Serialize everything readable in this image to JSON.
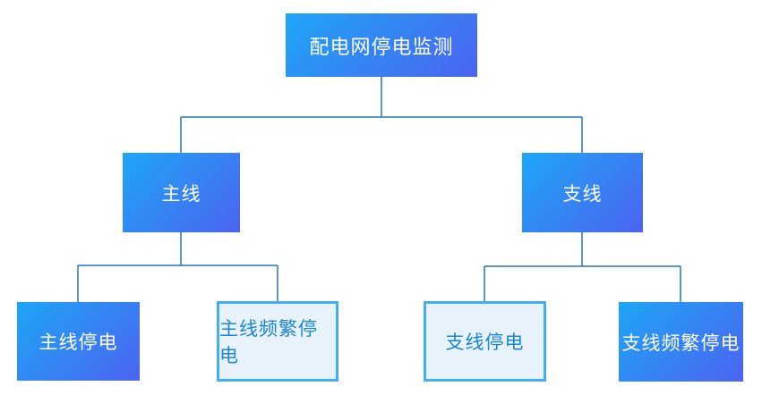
{
  "diagram": {
    "title": "配电网停电监测",
    "root": {
      "label": "配电网停电监测"
    },
    "level2": [
      {
        "label": "主线"
      },
      {
        "label": "支线"
      }
    ],
    "level3": [
      {
        "label": "主线停电",
        "style": "solid"
      },
      {
        "label": "主线频繁停电",
        "style": "outline"
      },
      {
        "label": "支线停电",
        "style": "outline"
      },
      {
        "label": "支线频繁停电",
        "style": "solid"
      }
    ]
  },
  "colors": {
    "canvas_bg": "#ffffff",
    "node_gradient_start": "#1ea6f6",
    "node_gradient_end": "#4c63f1",
    "node_text": "#ffffff",
    "outline_node_bg": "#e7f2fb",
    "outline_node_border": "#41aef5",
    "outline_node_text": "#1b85d9",
    "connector": "#2176bd"
  }
}
